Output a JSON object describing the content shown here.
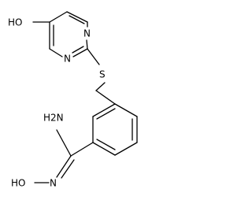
{
  "atom_labels": {
    "hydroxy_top": "HO",
    "ring_nitrogen_upper": "N",
    "ring_nitrogen_lower": "N",
    "thioether_sulfur": "S",
    "amidine_amine": "H2N",
    "amidine_imine_nitrogen": "N",
    "oxime_hydroxy": "HO"
  },
  "colors": {
    "bond": "#000000",
    "text": "#000000",
    "background": "#ffffff"
  }
}
